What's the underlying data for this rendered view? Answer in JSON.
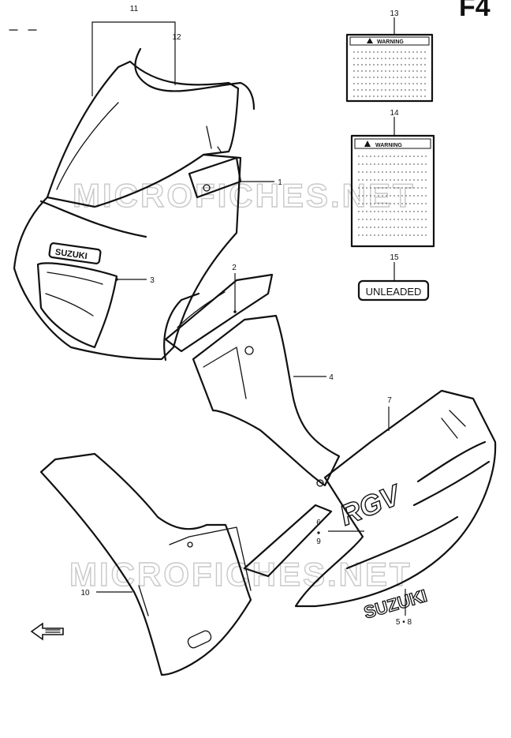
{
  "page_code": "F4",
  "watermark": "MICROFICHES.NET",
  "callouts": {
    "c1": "1",
    "c2": "2",
    "c3": "3",
    "c4": "4",
    "c5_8": "5 • 8",
    "c6": "6",
    "c9": "9",
    "c7": "7",
    "c10": "10",
    "c11": "11",
    "c12": "12",
    "c13": "13",
    "c14": "14",
    "c15": "15"
  },
  "labels": {
    "warning_13": "WARNING",
    "warning_14": "WARNING",
    "unleaded": "UNLEADED"
  },
  "decals": {
    "suzuki_upper": "SUZUKI",
    "suzuki_lower": "SUZUKI",
    "rgv": "RGV"
  }
}
